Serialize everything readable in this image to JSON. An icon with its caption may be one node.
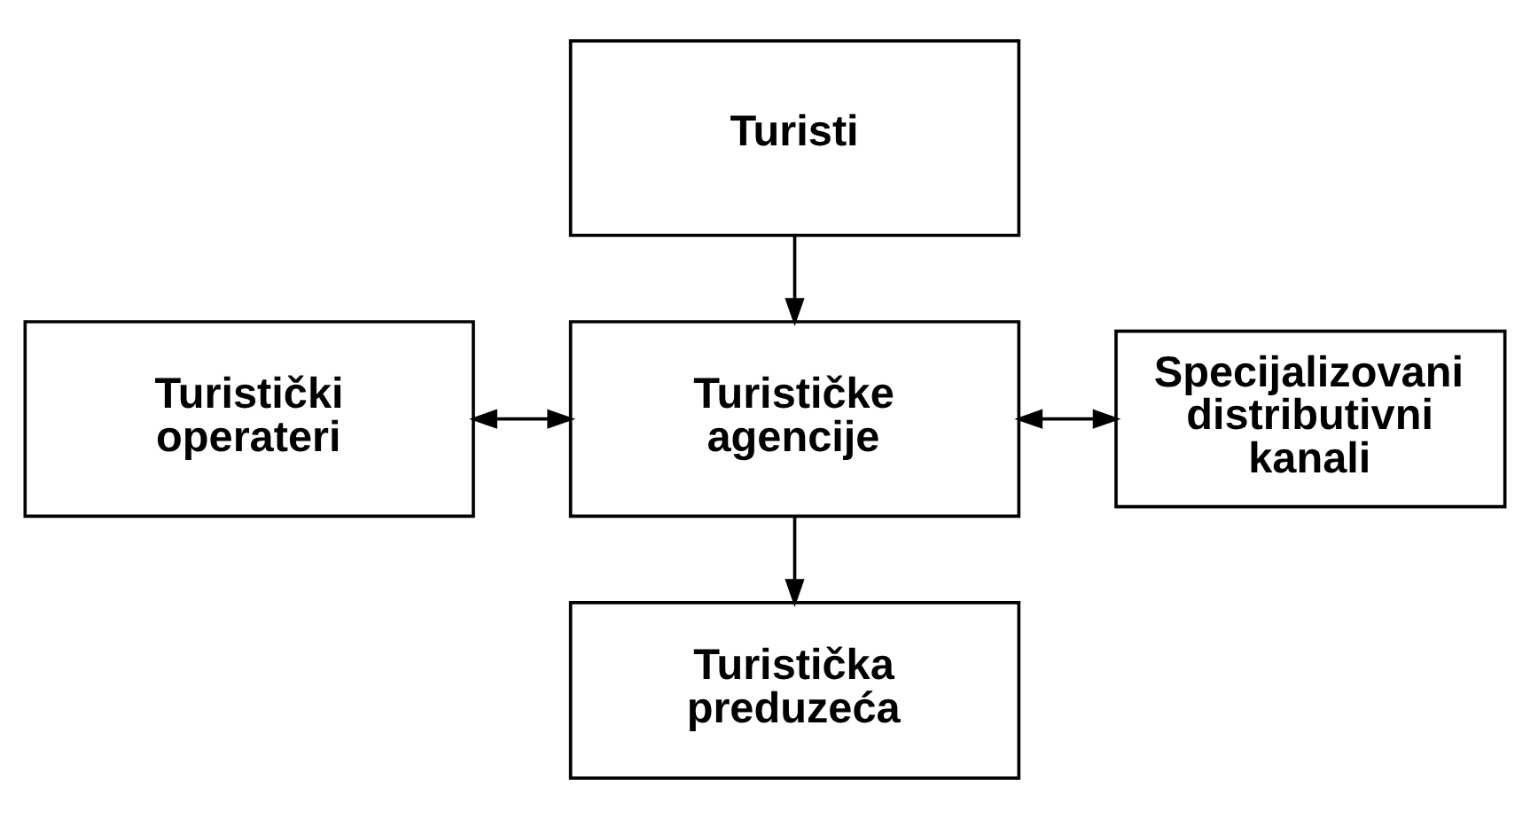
{
  "diagram": {
    "nodes": [
      {
        "text": [
          "Turisti"
        ]
      },
      {
        "text": [
          "Turistički operateri"
        ]
      },
      {
        "text": [
          "Turističke agencije"
        ]
      },
      {
        "text": [
          "Specijalizovani distributivni kanali"
        ]
      },
      {
        "text": [
          "Turistička preduzeća"
        ]
      }
    ],
    "edges": [
      {
        "from": 0,
        "to": 2,
        "arrow": "to"
      },
      {
        "from": 1,
        "to": 2,
        "arrow": "both"
      },
      {
        "from": 2,
        "to": 3,
        "arrow": "both"
      },
      {
        "from": 2,
        "to": 4,
        "arrow": "to"
      }
    ]
  }
}
